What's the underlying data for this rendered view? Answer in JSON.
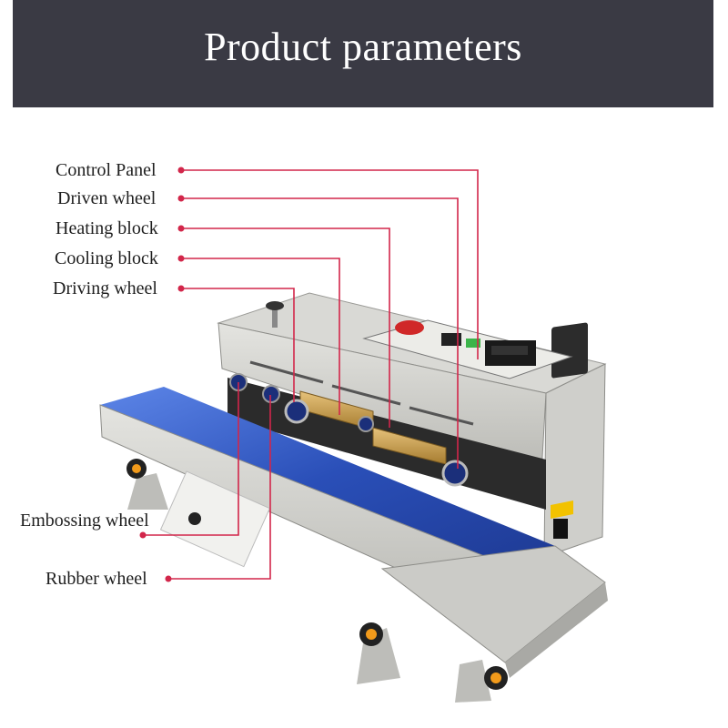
{
  "header": {
    "title": "Product parameters"
  },
  "callouts": [
    {
      "id": "control-panel",
      "label": "Control Panel"
    },
    {
      "id": "driven-wheel",
      "label": "Driven wheel"
    },
    {
      "id": "heating-block",
      "label": "Heating block"
    },
    {
      "id": "cooling-block",
      "label": "Cooling block"
    },
    {
      "id": "driving-wheel",
      "label": "Driving wheel"
    },
    {
      "id": "embossing-wheel",
      "label": "Embossing wheel"
    },
    {
      "id": "rubber-wheel",
      "label": "Rubber wheel"
    }
  ],
  "colors": {
    "banner": "#3a3a44",
    "leader": "#d2264a",
    "belt": "#2a4fb8",
    "body": "#d6d6d2"
  }
}
